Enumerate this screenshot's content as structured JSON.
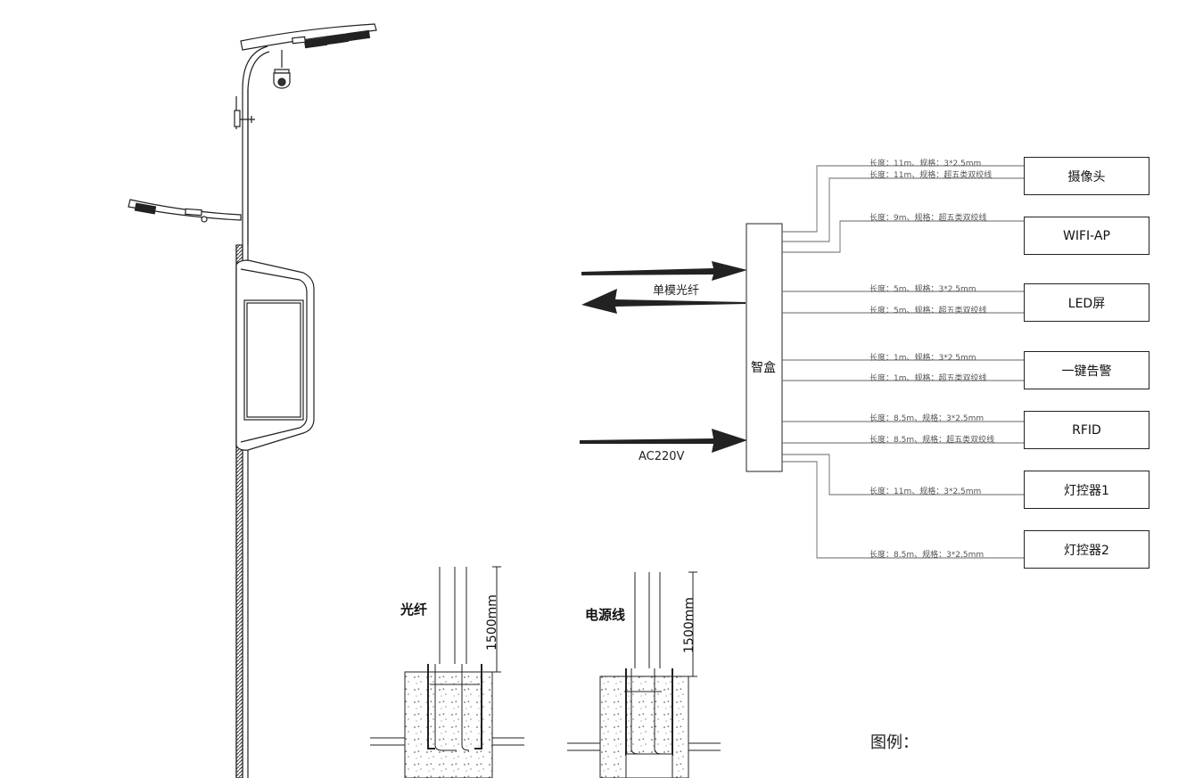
{
  "hub": {
    "label": "智盒"
  },
  "inputs": {
    "fiber": "单模光纤",
    "power": "AC220V"
  },
  "devices": [
    {
      "name": "摄像头"
    },
    {
      "name": "WIFI-AP"
    },
    {
      "name": "LED屏"
    },
    {
      "name": "一键告警"
    },
    {
      "name": "RFID"
    },
    {
      "name": "灯控器1"
    },
    {
      "name": "灯控器2"
    }
  ],
  "cables": [
    "长度：11m、规格：3*2.5mm",
    "长度：11m、规格：超五类双绞线",
    "长度：9m、规格：超五类双绞线",
    "长度：5m、规格：3*2.5mm",
    "长度：5m、规格：超五类双绞线",
    "长度：1m、规格：3*2.5mm",
    "长度：1m、规格：超五类双绞线",
    "长度：8.5m、规格：3*2.5mm",
    "长度：8.5m、规格：超五类双绞线",
    "长度：11m、规格：3*2.5mm",
    "长度：8.5m、规格：3*2.5mm"
  ],
  "foundation": {
    "fiber_title": "光纤",
    "power_title": "电源线",
    "fiber_depth": "1500mm",
    "power_depth": "1500mm"
  },
  "legend": {
    "title": "图例："
  },
  "colors": {
    "line": "#222222",
    "cable_line": "#888888"
  }
}
